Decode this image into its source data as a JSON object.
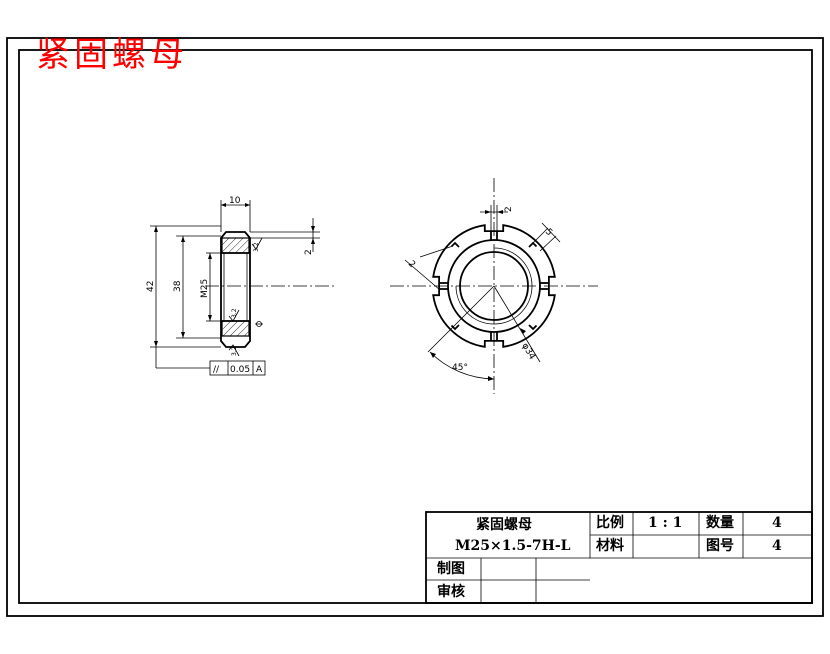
{
  "drawing": {
    "title": "紧固螺母",
    "title_color": "#ff0000",
    "line_color": "#000000"
  },
  "side_view": {
    "dim_width": "10",
    "dim_chamfer": "2",
    "dim_outer": "42",
    "dim_slot": "38",
    "dim_thread": "M25",
    "roughness_top": "3.2",
    "roughness_mid": "3.2",
    "roughness_bottom": "3.2",
    "tolerance_symbol": "//",
    "tolerance_value": "0.05",
    "datum": "A"
  },
  "front_view": {
    "dim_slot_width": "2",
    "dim_slot_depth_left": "2",
    "dim_slot_depth_right": "5",
    "dim_diameter": "φ34",
    "dim_angle": "45°"
  },
  "title_block": {
    "part_name": "紧固螺母",
    "spec": "M25×1.5-7H-L",
    "scale_label": "比例",
    "scale_value": "1 : 1",
    "qty_label": "数量",
    "qty_value": "4",
    "material_label": "材料",
    "material_value": "",
    "drawing_no_label": "图号",
    "drawing_no_value": "4",
    "drawn_label": "制图",
    "checked_label": "审核"
  }
}
